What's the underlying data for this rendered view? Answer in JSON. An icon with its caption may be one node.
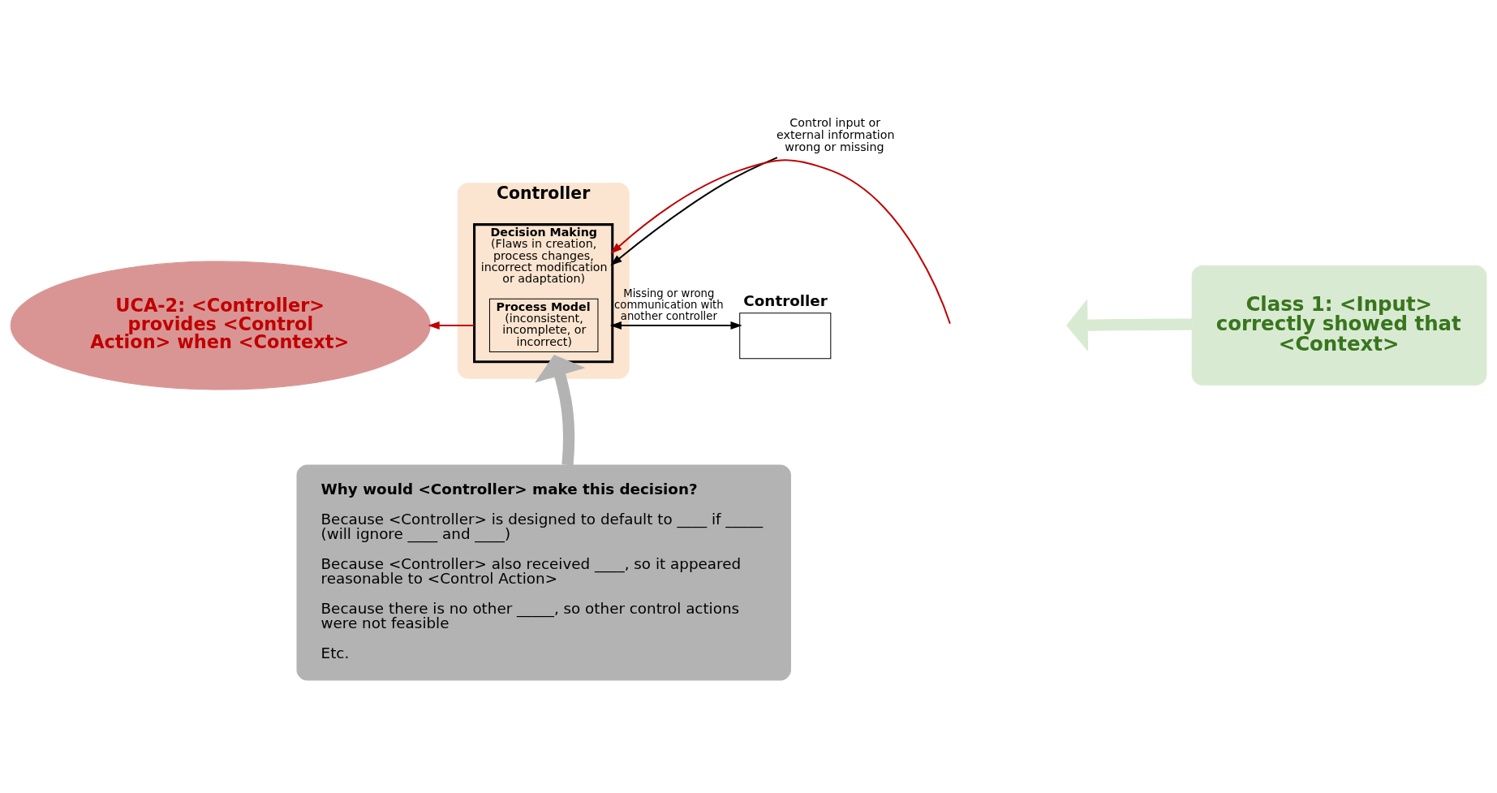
{
  "diagram": {
    "nodes": [
      {
        "text": [
          "UCA-2: <Controller> provides <Control Action> when <Context>"
        ]
      },
      {
        "text": [
          "Controller"
        ]
      },
      {
        "text": [
          "Decision Making",
          "(Flaws in creation, process changes, incorrect modification or adaptation)"
        ],
        "in": 1
      },
      {
        "text": [
          "Process Model",
          "(inconsistent, incomplete, or incorrect)"
        ],
        "in": 2
      },
      {
        "text": [
          "Control input or external information wrong or missing"
        ]
      },
      {
        "text": [
          "Controller"
        ]
      },
      {
        "text": [
          "Class 1: <Input> correctly showed that <Context>"
        ]
      },
      {
        "text": [
          "Why would <Controller> make this decision?",
          "Because <Controller> is designed to default to ____ if _____ (will ignore ____ and ____)",
          "Because <Controller> also received ____, so it appeared reasonable to <Control Action>",
          "Because there is no other _____, so other control actions were not feasible",
          "Etc."
        ]
      }
    ],
    "edges": [
      {
        "from": 2,
        "to": 0,
        "arrow": "to",
        "color": "#c00000"
      },
      {
        "from": 4,
        "to": 2,
        "arrow": "to",
        "color": "#000000"
      },
      {
        "from": 2,
        "to": 5,
        "arrow": "both",
        "color": "#000000",
        "label": "Missing or wrong communication with another controller"
      },
      {
        "from": null,
        "to": 2,
        "arrow": "to",
        "color": "#c00000"
      },
      {
        "from": 6,
        "to": null,
        "arrow": "to",
        "style": "thick",
        "color": "#d9ead3"
      },
      {
        "from": 7,
        "to": 2,
        "arrow": "to",
        "style": "thick",
        "color": "#b3b3b3"
      }
    ]
  }
}
